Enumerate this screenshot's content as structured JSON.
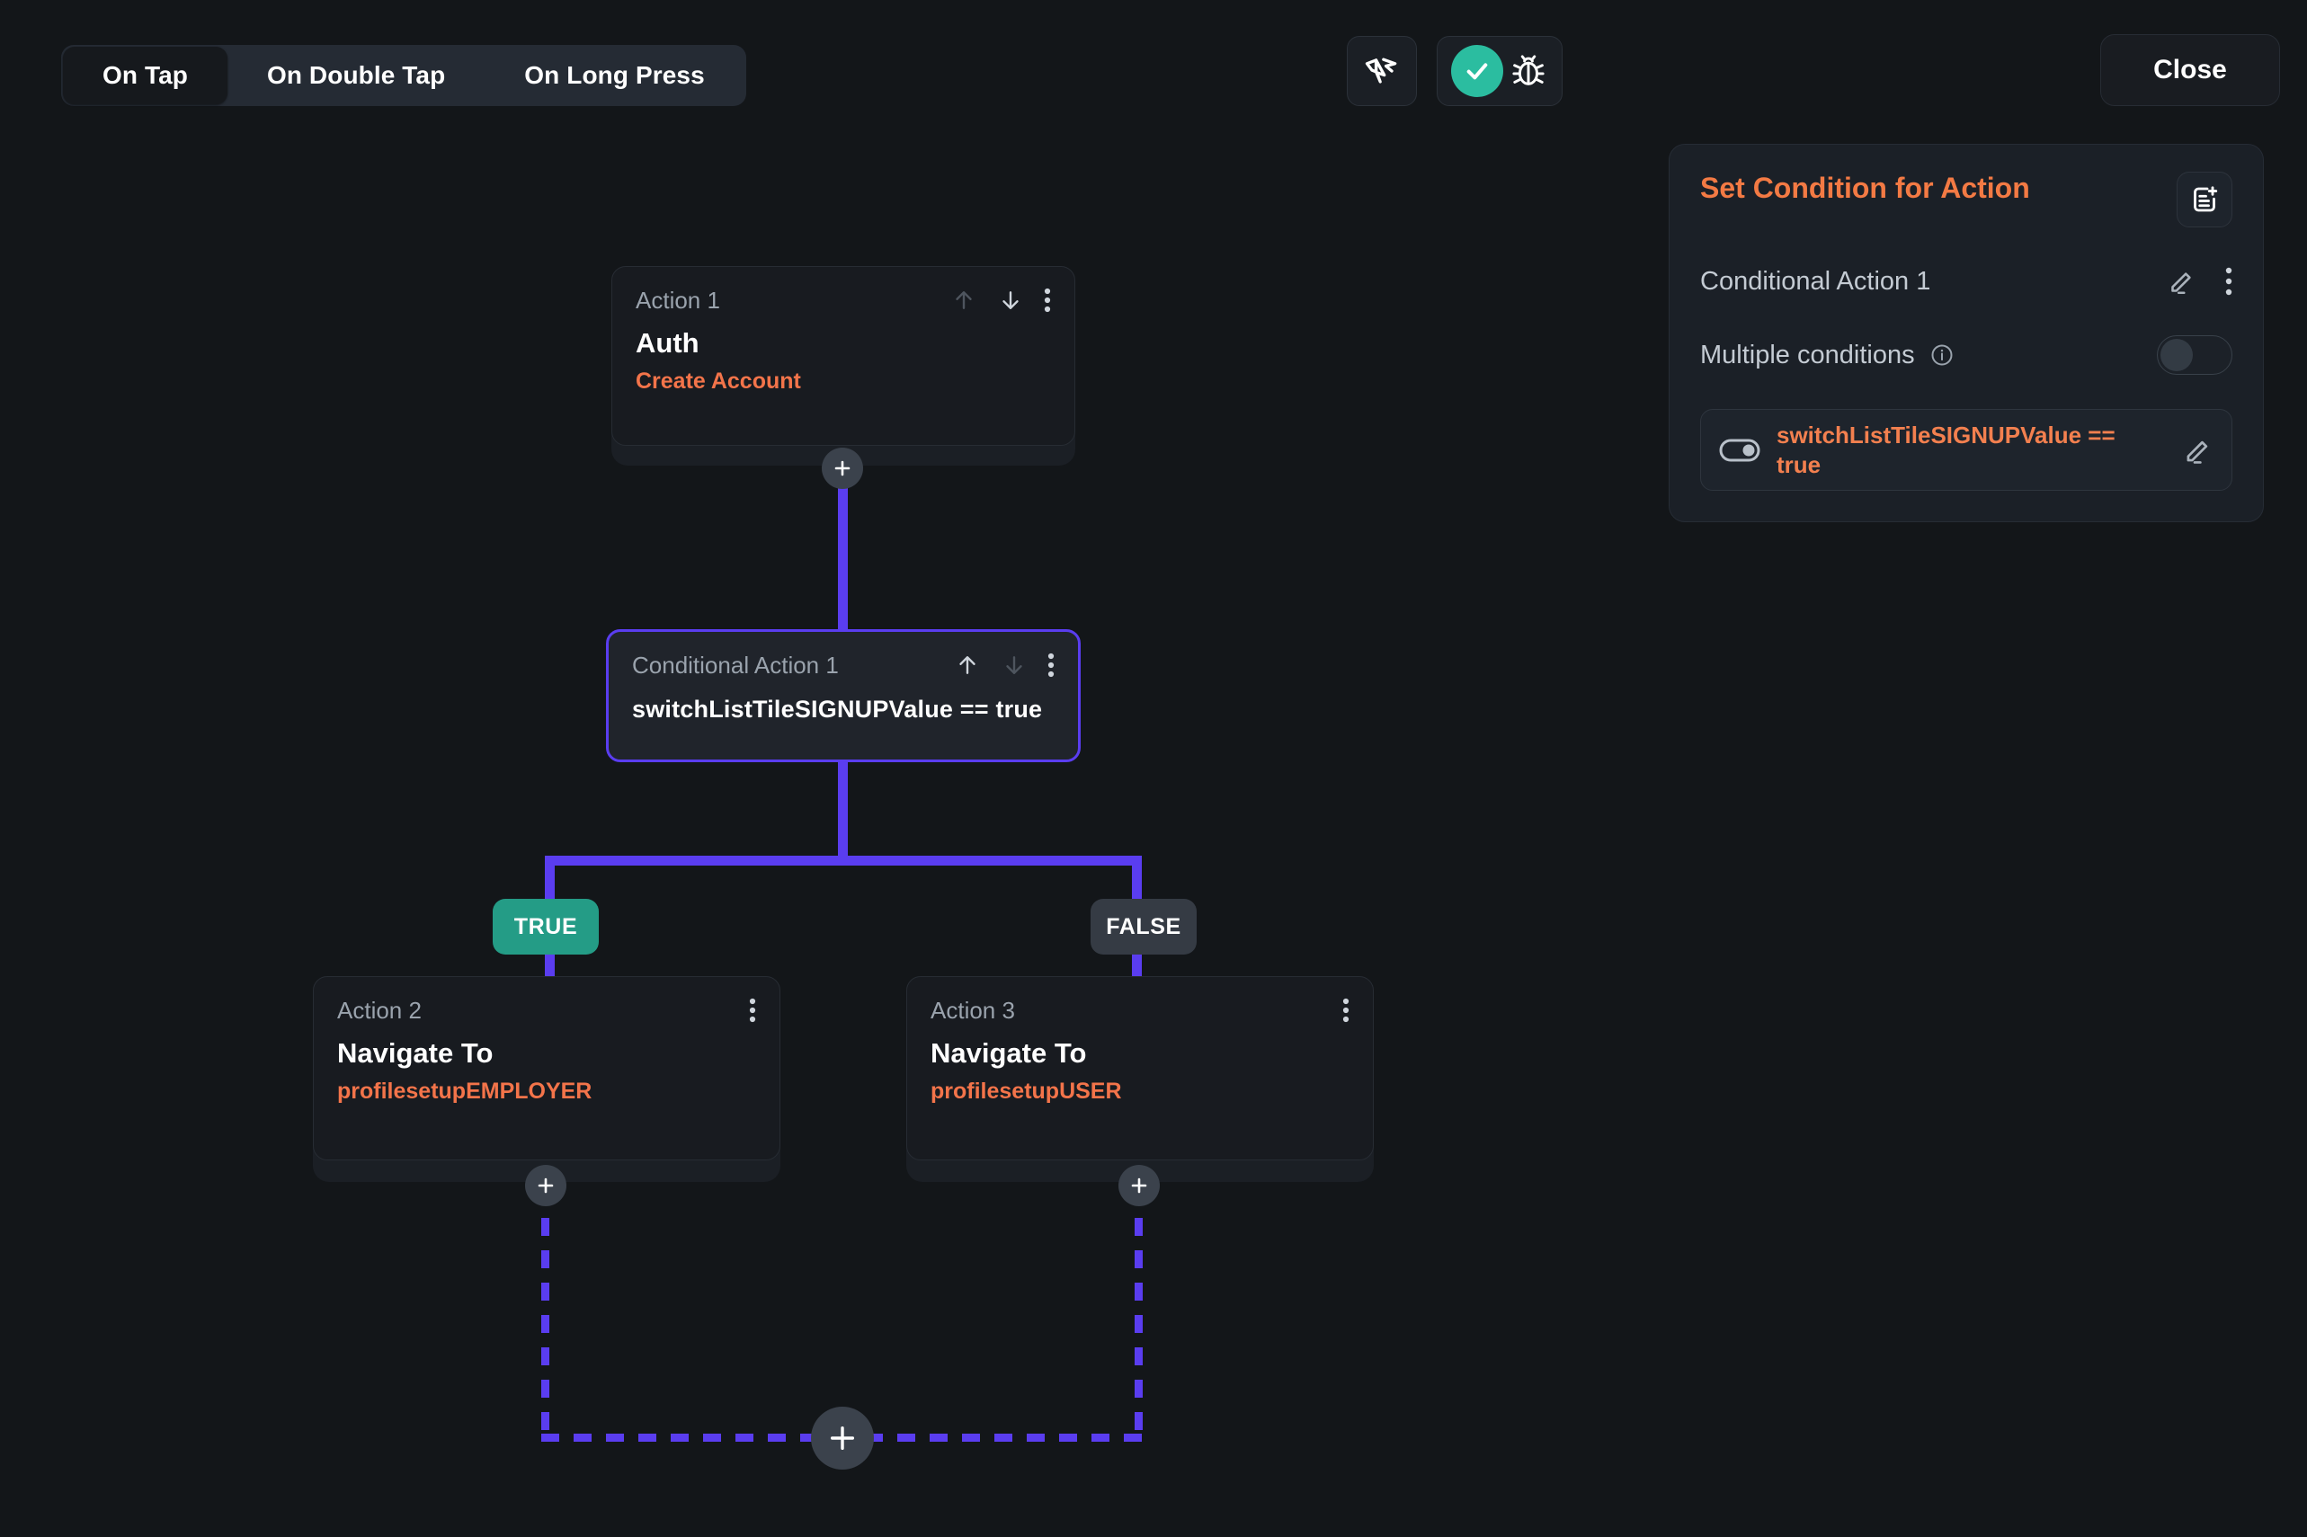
{
  "header": {
    "tabs": [
      {
        "label": "On Tap",
        "active": true
      },
      {
        "label": "On Double Tap",
        "active": false
      },
      {
        "label": "On Long Press",
        "active": false
      }
    ],
    "tools": [
      {
        "name": "pointer-gesture-icon"
      },
      {
        "name": "validate-check-icon"
      },
      {
        "name": "debug-bug-icon"
      }
    ],
    "close_label": "Close"
  },
  "flow": {
    "action1": {
      "label": "Action 1",
      "title": "Auth",
      "subtitle": "Create Account",
      "move_up_enabled": false,
      "move_down_enabled": true
    },
    "conditional": {
      "label": "Conditional Action 1",
      "expression": "switchListTileSIGNUPValue  ==  true",
      "selected": true,
      "move_up_enabled": true,
      "move_down_enabled": false
    },
    "branch_true_label": "TRUE",
    "branch_false_label": "FALSE",
    "action2": {
      "label": "Action 2",
      "title": "Navigate To",
      "subtitle": "profilesetupEMPLOYER"
    },
    "action3": {
      "label": "Action 3",
      "title": "Navigate To",
      "subtitle": "profilesetupUSER"
    },
    "add_button_label": "+"
  },
  "panel": {
    "title": "Set Condition for Action",
    "add_note_icon": "add-note-icon",
    "conditional_action_name": "Conditional Action 1",
    "multiple_conditions_label": "Multiple conditions",
    "multiple_conditions_enabled": false,
    "condition_chip": {
      "text": "switchListTileSIGNUPValue  ==  true",
      "toggle_on": true
    }
  },
  "colors": {
    "background": "#131619",
    "accent_orange": "#f3804f",
    "wire_purple": "#5a3df0",
    "true_green": "#249c86",
    "false_gray": "#353b44",
    "check_green": "#2bbda0"
  }
}
